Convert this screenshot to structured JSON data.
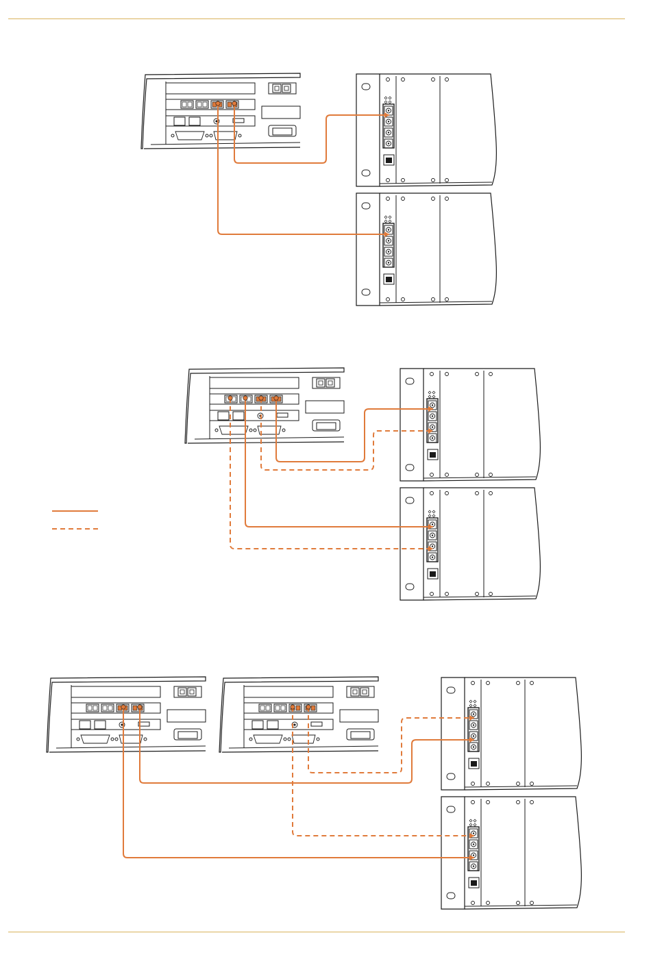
{
  "colors": {
    "accent_rule": "#d9b25b",
    "cable": "#e07a3a",
    "line": "#1a1a1a",
    "background": "#ffffff"
  },
  "legend": {
    "items": [
      {
        "style": "solid"
      },
      {
        "style": "dashed"
      }
    ]
  },
  "figures": [
    {
      "switches": 1,
      "modules": 2,
      "connections": [
        {
          "from": "switch-1-port-4",
          "to": "module-1-port-1",
          "style": "solid"
        },
        {
          "from": "switch-1-port-3",
          "to": "module-2-port-1",
          "style": "solid"
        }
      ]
    },
    {
      "switches": 1,
      "modules": 2,
      "connections": [
        {
          "from": "switch-1-port-4",
          "to": "module-1-port-1",
          "style": "solid"
        },
        {
          "from": "switch-1-port-3",
          "to": "module-1-port-3",
          "style": "dashed"
        },
        {
          "from": "switch-1-port-2",
          "to": "module-2-port-1",
          "style": "solid"
        },
        {
          "from": "switch-1-port-1",
          "to": "module-2-port-3",
          "style": "dashed"
        }
      ]
    },
    {
      "switches": 2,
      "modules": 2,
      "connections": [
        {
          "from": "switch-1-port-4",
          "to": "module-1-port-3",
          "style": "solid"
        },
        {
          "from": "switch-2-port-4",
          "to": "module-1-port-1",
          "style": "dashed"
        },
        {
          "from": "switch-2-port-3",
          "to": "module-2-port-1",
          "style": "dashed"
        },
        {
          "from": "switch-1-port-3",
          "to": "module-2-port-3",
          "style": "solid"
        }
      ]
    }
  ]
}
